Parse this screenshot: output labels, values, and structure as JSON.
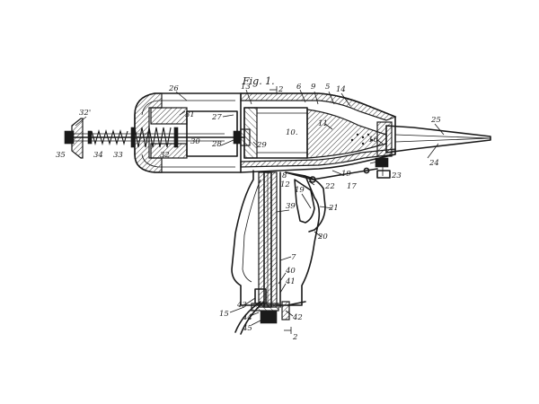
{
  "figure": {
    "title": "Fig. 1.",
    "labels": {
      "l26": "26",
      "l13": "13",
      "l2top": "2",
      "l6": "6",
      "l9": "9",
      "l5": "5",
      "l14": "14",
      "l32p": "32'",
      "l31": "31",
      "l27": "27",
      "l10": "10.",
      "l11": "11",
      "l25": "25",
      "l16": "16",
      "l30": "30",
      "l28": "28",
      "l29": "29",
      "l35": "35",
      "l34": "34",
      "l33": "33",
      "l32": "32",
      "l8": "8",
      "l12": "12",
      "l19a": "19",
      "l19b": "19",
      "l18": "18",
      "l24": "24",
      "l23": "23",
      "l22": "22",
      "l17": "17",
      "l39": "39",
      "l21": "21",
      "l20": "20",
      "l7": "7",
      "l40": "40",
      "l41": "41",
      "l15": "15",
      "l43": "43",
      "l44": "44",
      "l45": "45",
      "l42": "42",
      "l2bot": "2"
    }
  }
}
